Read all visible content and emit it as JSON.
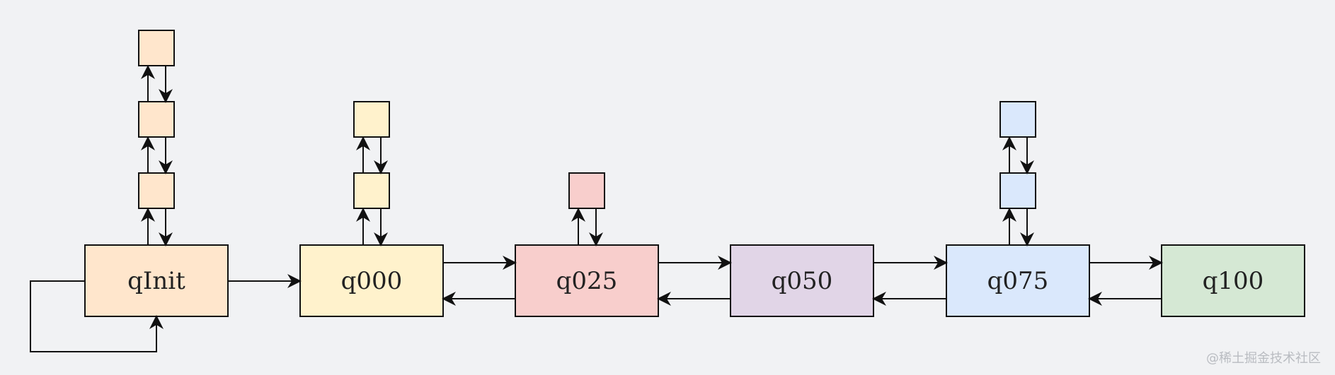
{
  "colors": {
    "background": "#f1f2f4",
    "stroke": "#111111",
    "qInit": "#ffe6cc",
    "q000": "#fff2cc",
    "q025": "#f8cecc",
    "q050": "#e1d5e7",
    "q075": "#dae8fc",
    "q100": "#d5e8d4"
  },
  "nodes": [
    {
      "id": "qInit",
      "label": "qInit",
      "color_key": "qInit",
      "stack_count": 3
    },
    {
      "id": "q000",
      "label": "q000",
      "color_key": "q000",
      "stack_count": 2
    },
    {
      "id": "q025",
      "label": "q025",
      "color_key": "q025",
      "stack_count": 1
    },
    {
      "id": "q050",
      "label": "q050",
      "color_key": "q050",
      "stack_count": 0
    },
    {
      "id": "q075",
      "label": "q075",
      "color_key": "q075",
      "stack_count": 2
    },
    {
      "id": "q100",
      "label": "q100",
      "color_key": "q100",
      "stack_count": 0
    }
  ],
  "edges": [
    {
      "from": "qInit",
      "to": "q000",
      "bidirectional": false
    },
    {
      "from": "q000",
      "to": "q025",
      "bidirectional": true
    },
    {
      "from": "q025",
      "to": "q050",
      "bidirectional": true
    },
    {
      "from": "q050",
      "to": "q075",
      "bidirectional": true
    },
    {
      "from": "q075",
      "to": "q100",
      "bidirectional": true
    }
  ],
  "self_loop": {
    "node": "qInit"
  },
  "watermark": "@稀土掘金技术社区"
}
